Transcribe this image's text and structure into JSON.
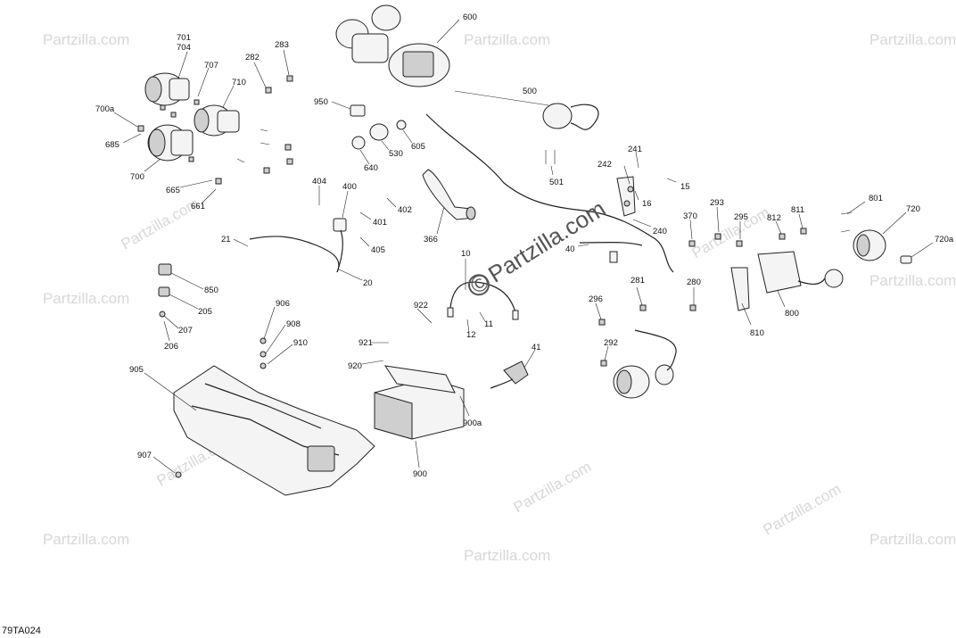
{
  "figure_code": "79TA024",
  "watermark": "Partzilla.com",
  "watermark_symbol": "©",
  "callouts": {
    "c701": "701",
    "c704": "704",
    "c707": "707",
    "c710": "710",
    "c700a": "700a",
    "c685": "685",
    "c700": "700",
    "c665": "665",
    "c661": "661",
    "c282": "282",
    "c283": "283",
    "c600": "600",
    "c950": "950",
    "c640": "640",
    "c530": "530",
    "c605": "605",
    "c500": "500",
    "c501": "501",
    "c241": "241",
    "c242": "242",
    "c15": "15",
    "c16": "16",
    "c240": "240",
    "c40": "40",
    "c404": "404",
    "c400": "400",
    "c401": "401",
    "c402": "402",
    "c405": "405",
    "c21": "21",
    "c20": "20",
    "c366": "366",
    "c10": "10",
    "c11": "11",
    "c12": "12",
    "c922": "922",
    "c921": "921",
    "c920": "920",
    "c41": "41",
    "c900a": "900a",
    "c900": "900",
    "c850": "850",
    "c205": "205",
    "c207": "207",
    "c206": "206",
    "c906": "906",
    "c908": "908",
    "c910": "910",
    "c905": "905",
    "c907": "907",
    "c296": "296",
    "c281": "281",
    "c292": "292",
    "c280": "280",
    "c370": "370",
    "c293": "293",
    "c295": "295",
    "c812": "812",
    "c811": "811",
    "c801": "801",
    "c720": "720",
    "c720a": "720a",
    "c800": "800",
    "c810": "810"
  }
}
